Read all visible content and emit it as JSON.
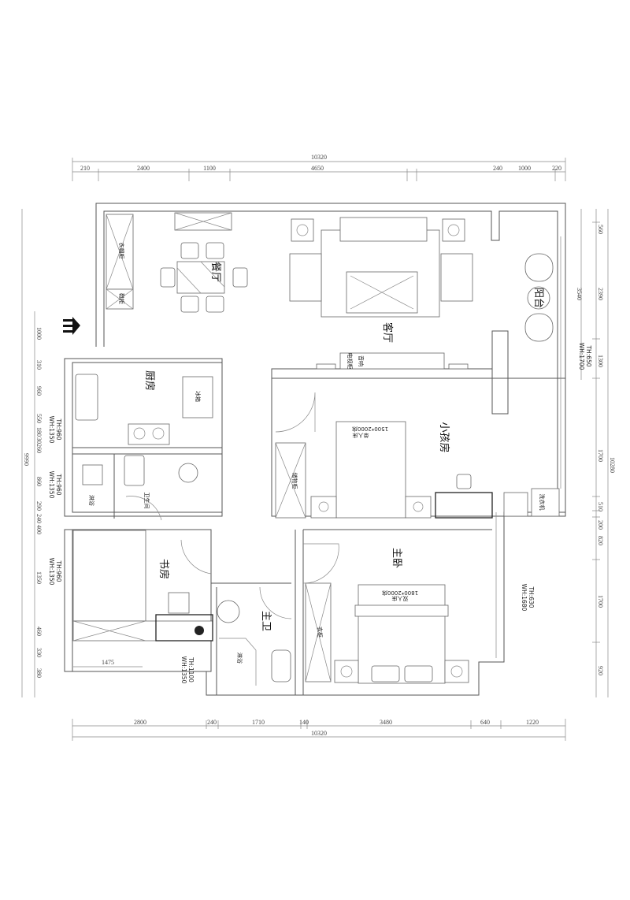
{
  "dimensions": {
    "top_total": "10320",
    "top_segments": [
      "210",
      "2400",
      "1100",
      "4650",
      "240",
      "1000",
      "220"
    ],
    "bottom_total": "10320",
    "bottom_segments": [
      "2800",
      "240",
      "1710",
      "140",
      "3480",
      "640",
      "1220"
    ],
    "right_inner": "3540",
    "right_total": "10280",
    "right_segments": [
      "560",
      "2390",
      "1300",
      "1700",
      "510",
      "200",
      "820",
      "1700",
      "920"
    ],
    "left_total": "9990",
    "left_segments": [
      "1000",
      "310",
      "960",
      "550",
      "180",
      "30",
      "260",
      "860",
      "290",
      "240",
      "400",
      "1350",
      "460",
      "330",
      "380"
    ],
    "study_width": "1475"
  },
  "windows": [
    {
      "wh": "WH:1700",
      "th": "TH:650"
    },
    {
      "wh": "WH:1350",
      "th": "TH:960"
    },
    {
      "wh": "WH:1350",
      "th": "TH:960"
    },
    {
      "wh": "WH:1350",
      "th": "TH:960"
    },
    {
      "wh": "WH:1350",
      "th": "TH:1100"
    },
    {
      "wh": "WH:1680",
      "th": "TH:630"
    }
  ],
  "rooms": {
    "dining": "餐厅",
    "living": "客厅",
    "balcony": "阳台",
    "kitchen": "厨房",
    "fridge": "冰箱",
    "toilet": "卫生间",
    "shower1": "淋浴",
    "study": "书房",
    "master_bath": "主卫",
    "shower2": "淋浴",
    "master_bedroom": "主卧",
    "kids_room": "小孩房"
  },
  "furniture": {
    "wardrobe_entry": "衣帽柜",
    "shoe_cabinet": "鞋柜",
    "storage_cabinet": "储物柜",
    "wardrobe": "衣柜",
    "washer": "洗衣机",
    "tv_cabinet": "电视柜",
    "audio": "音响",
    "kids_bed_name": "单人床",
    "kids_bed_size": "1500*2000床",
    "master_bed_name": "双人床",
    "master_bed_size": "1800*2000床"
  }
}
